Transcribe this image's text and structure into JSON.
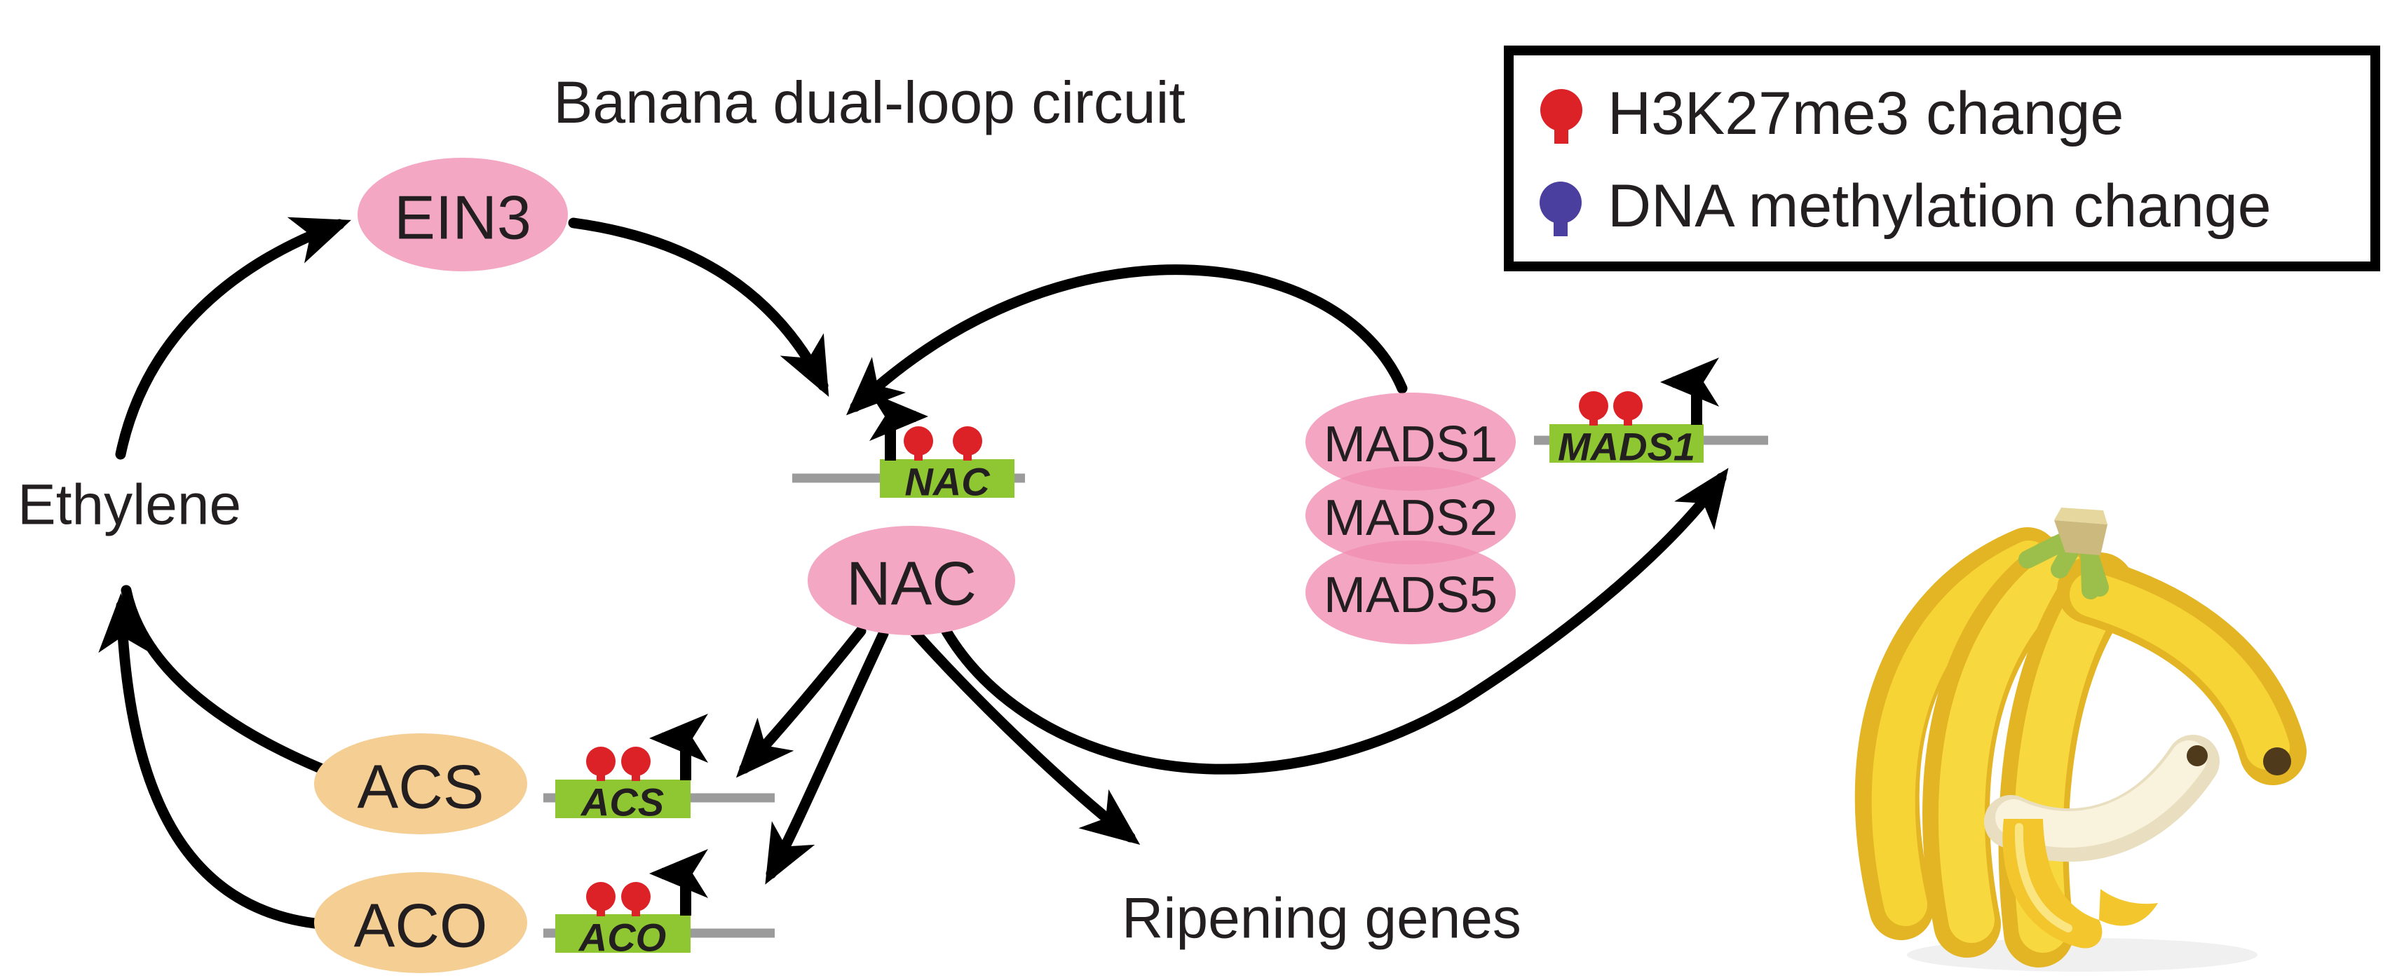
{
  "title": "Banana dual-loop circuit",
  "legend": {
    "items": [
      {
        "icon": "lollipop-icon",
        "color": "#DC2127",
        "label": "H3K27me3 change"
      },
      {
        "icon": "lollipop-icon",
        "color": "#4A3E9E",
        "label": "DNA methylation change"
      }
    ]
  },
  "nodes": {
    "ein3": {
      "label": "EIN3"
    },
    "nac": {
      "label": "NAC"
    },
    "mads1": {
      "label": "MADS1"
    },
    "mads2": {
      "label": "MADS2"
    },
    "mads5": {
      "label": "MADS5"
    },
    "acs": {
      "label": "ACS"
    },
    "aco": {
      "label": "ACO"
    }
  },
  "genes": {
    "nac": {
      "label": "NAC",
      "marks": 2,
      "mark_type": "H3K27me3"
    },
    "mads1": {
      "label": "MADS1",
      "marks": 2,
      "mark_type": "H3K27me3"
    },
    "acs": {
      "label": "ACS",
      "marks": 2,
      "mark_type": "H3K27me3"
    },
    "aco": {
      "label": "ACO",
      "marks": 2,
      "mark_type": "H3K27me3"
    }
  },
  "labels": {
    "ethylene": "Ethylene",
    "ripening_genes": "Ripening genes"
  },
  "edges": [
    {
      "from": "Ethylene",
      "to": "EIN3"
    },
    {
      "from": "EIN3",
      "to": "NAC gene"
    },
    {
      "from": "MADS complex",
      "to": "NAC gene"
    },
    {
      "from": "NAC",
      "to": "ACS gene"
    },
    {
      "from": "NAC",
      "to": "ACO gene"
    },
    {
      "from": "NAC",
      "to": "Ripening genes"
    },
    {
      "from": "NAC",
      "to": "MADS1 gene"
    },
    {
      "from": "ACS",
      "to": "Ethylene"
    },
    {
      "from": "ACO",
      "to": "Ethylene"
    }
  ],
  "colors": {
    "node_pink": "#F3A7C2",
    "mads_pink": "#F08EB1",
    "node_orange": "#F5CE93",
    "gene_green": "#8FC733",
    "gene_label": "#113800",
    "dna_line": "#9B9B9B",
    "h3k27me3": "#DC2127",
    "dna_methylation": "#4A3E9E",
    "text": "#231F20",
    "banana": {
      "peel": "#F6D435",
      "peel_shade": "#E3B424",
      "peel_light": "#F7D93F",
      "stem_green": "#9CBE4A",
      "crown": "#CBB97E",
      "crown_top": "#E5D79E",
      "flesh": "#F9F3DE",
      "flesh_shade": "#E9DFC0",
      "tip_brown": "#4F3A1C",
      "flap": "#F2C62C",
      "shadow": "#E6E6E6"
    }
  },
  "illustration": {
    "subject": "banana bunch with one partially peeled banana"
  }
}
